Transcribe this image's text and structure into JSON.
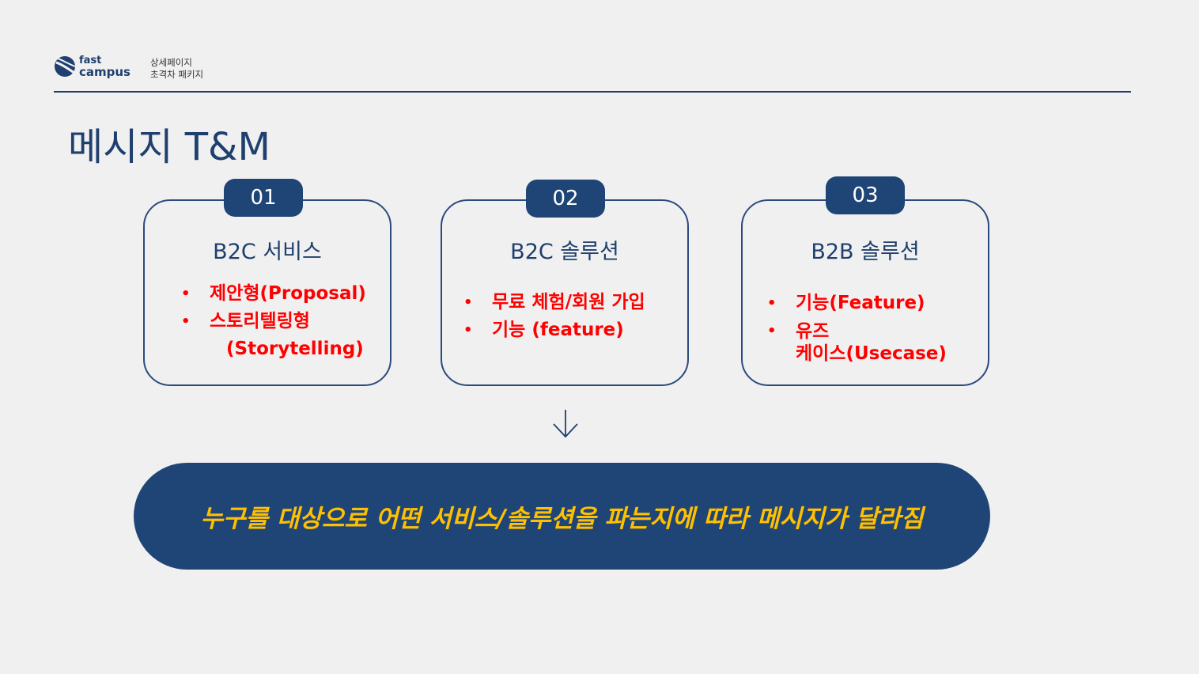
{
  "header": {
    "logo_line1": "fast",
    "logo_line2": "campus",
    "subtitle_line1": "상세페이지",
    "subtitle_line2": "초격차 패키지"
  },
  "title": "메시지 T&M",
  "cards": [
    {
      "number": "01",
      "title": "B2C 서비스",
      "bullets": [
        "제안형(Proposal)",
        "스토리텔링형"
      ],
      "bullet2_cont": "(Storytelling)"
    },
    {
      "number": "02",
      "title": "B2C 솔루션",
      "bullets": [
        "무료 체험/회원 가입",
        "기능 (feature)"
      ]
    },
    {
      "number": "03",
      "title": "B2B 솔루션",
      "bullets": [
        "기능(Feature)",
        "유즈"
      ],
      "bullet2_cont": "케이스(Usecase)"
    }
  ],
  "bullet_symbol": "•",
  "banner": {
    "text": "누구를 대상으로 어떤 서비스/솔루션을 파는지에 따라 메시지가 달라짐"
  },
  "colors": {
    "navy": "#1f4577",
    "bullet_red": "#ff0000",
    "banner_text": "#ffc000",
    "background": "#f0f0f0"
  },
  "icons": {
    "logo": "fastcampus-logo-icon",
    "arrow": "arrow-down-icon"
  }
}
